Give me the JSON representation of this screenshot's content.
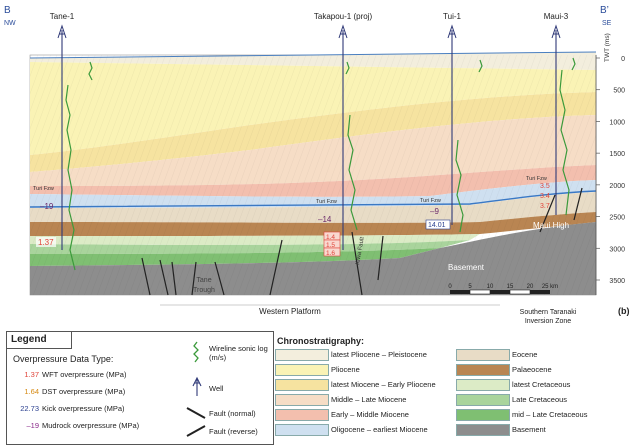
{
  "section": {
    "left_end": "B",
    "left_dir": "NW",
    "right_end": "B’",
    "right_dir": "SE",
    "panel_label": "(b)",
    "axis_title": "TWT (ms)",
    "twt_ticks": [
      "0",
      "500",
      "1000",
      "1500",
      "2000",
      "2500",
      "3000",
      "3500"
    ],
    "scale_ticks": [
      "0",
      "5",
      "10",
      "15",
      "20",
      "25 km"
    ],
    "wells": [
      {
        "name": "Tane-1"
      },
      {
        "name": "Takapou-1 (proj)"
      },
      {
        "name": "Tui-1"
      },
      {
        "name": "Maui-3"
      }
    ],
    "labels": {
      "turi_fzw_1": "Turi Fzw",
      "turi_fzw_2": "Turi Fzw",
      "turi_fzw_3": "Turi Fzw",
      "turi_fzw_4": "Turi Fzw",
      "maui_high": "Maui High",
      "basement": "Basement",
      "tane_trough": "Tane\nTrough",
      "kiwa_fault": "Kiwa Fault",
      "western_platform": "Western Platform",
      "southern_taranaki": "Southern Taranaki",
      "inversion_zone": "Inversion Zone"
    },
    "overpressure_labels": {
      "tane_mudrock": "–19",
      "tane_wft": "1.37",
      "takapou_mudrock": "–14",
      "takapou_boxes": [
        "1.4",
        "1.5",
        "1.6"
      ],
      "tui_mudrock": "–9",
      "tui_kick": "14.01",
      "maui_values": [
        "3.5",
        "3.4",
        "3.7"
      ]
    }
  },
  "legend": {
    "title": "Legend",
    "overpressure_heading": "Overpressure Data Type:",
    "overpressure_types": [
      {
        "value": "1.37",
        "label": "WFT overpressure (MPa)",
        "color": "#e0443a"
      },
      {
        "value": "1.64",
        "label": "DST overpressure (MPa)",
        "color": "#d68a12"
      },
      {
        "value": "22.73",
        "label": "Kick overpressure (MPa)",
        "color": "#2a3f8f"
      },
      {
        "value": "–19",
        "label": "Mudrock overpressure (MPa)",
        "color": "#8a2a8a"
      }
    ],
    "symbols": {
      "sonic_log": "Wireline sonic log (m/s)",
      "well": "Well",
      "fault_normal": "Fault (normal)",
      "fault_reverse": "Fault (reverse)"
    }
  },
  "chronostratigraphy": {
    "title": "Chronostratigraphy:",
    "left": [
      {
        "label": "latest Pliocene – Pleistocene",
        "color": "#f3eedd"
      },
      {
        "label": "Pliocene",
        "color": "#faf3b5"
      },
      {
        "label": "latest Miocene – Early Pliocene",
        "color": "#f6e3a0"
      },
      {
        "label": "Middle – Late Miocene",
        "color": "#f6ddc6"
      },
      {
        "label": "Early – Middle Miocene",
        "color": "#f3bfae"
      },
      {
        "label": "Oligocene – earliest Miocene",
        "color": "#cfe0f0"
      }
    ],
    "right": [
      {
        "label": "Eocene",
        "color": "#e8dcc6"
      },
      {
        "label": "Palaeocene",
        "color": "#b98552"
      },
      {
        "label": "latest Cretaceous",
        "color": "#dcebc6"
      },
      {
        "label": "Late Cretaceous",
        "color": "#a9d49c"
      },
      {
        "label": "mid – Late Cretaceous",
        "color": "#7fbf72"
      },
      {
        "label": "Basement",
        "color": "#8d8d8d"
      }
    ]
  }
}
